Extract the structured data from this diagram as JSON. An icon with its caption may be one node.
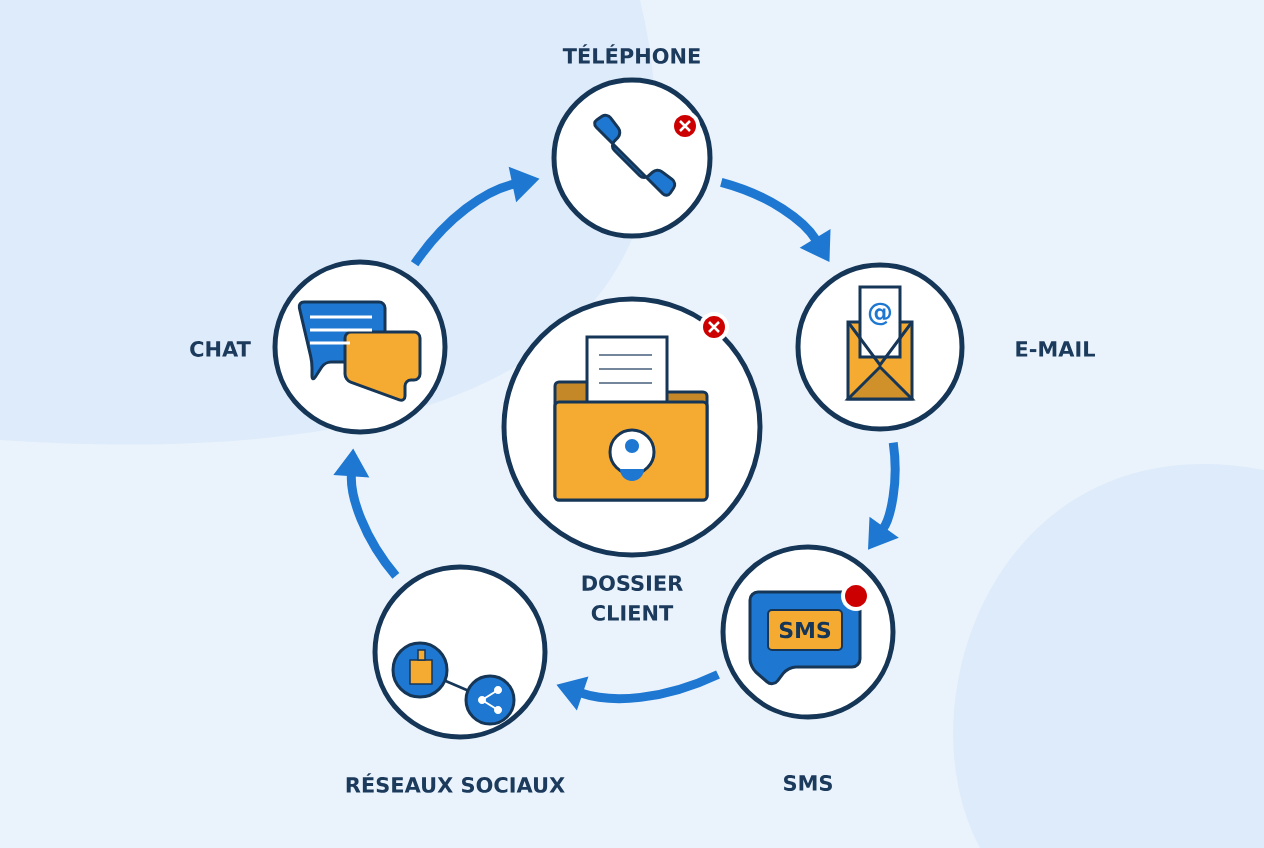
{
  "diagram": {
    "nodes": [
      {
        "text": [
          "TÉLÉPHONE"
        ]
      },
      {
        "text": [
          "E-MAIL"
        ]
      },
      {
        "text": [
          "SMS"
        ]
      },
      {
        "text": [
          "RÉSEAUX SOCIAUX"
        ]
      },
      {
        "text": [
          "CHAT"
        ]
      },
      {
        "text": [
          "DOSSIER CLIENT"
        ]
      }
    ],
    "edges": [
      {
        "from": 0,
        "to": 1,
        "arrow": "to"
      },
      {
        "from": 1,
        "to": 2,
        "arrow": "to"
      },
      {
        "from": 2,
        "to": 3,
        "arrow": "to"
      },
      {
        "from": 3,
        "to": 4,
        "arrow": "to"
      },
      {
        "from": 4,
        "to": 0,
        "arrow": "to"
      }
    ],
    "labels": [
      "@",
      "SMS"
    ]
  }
}
